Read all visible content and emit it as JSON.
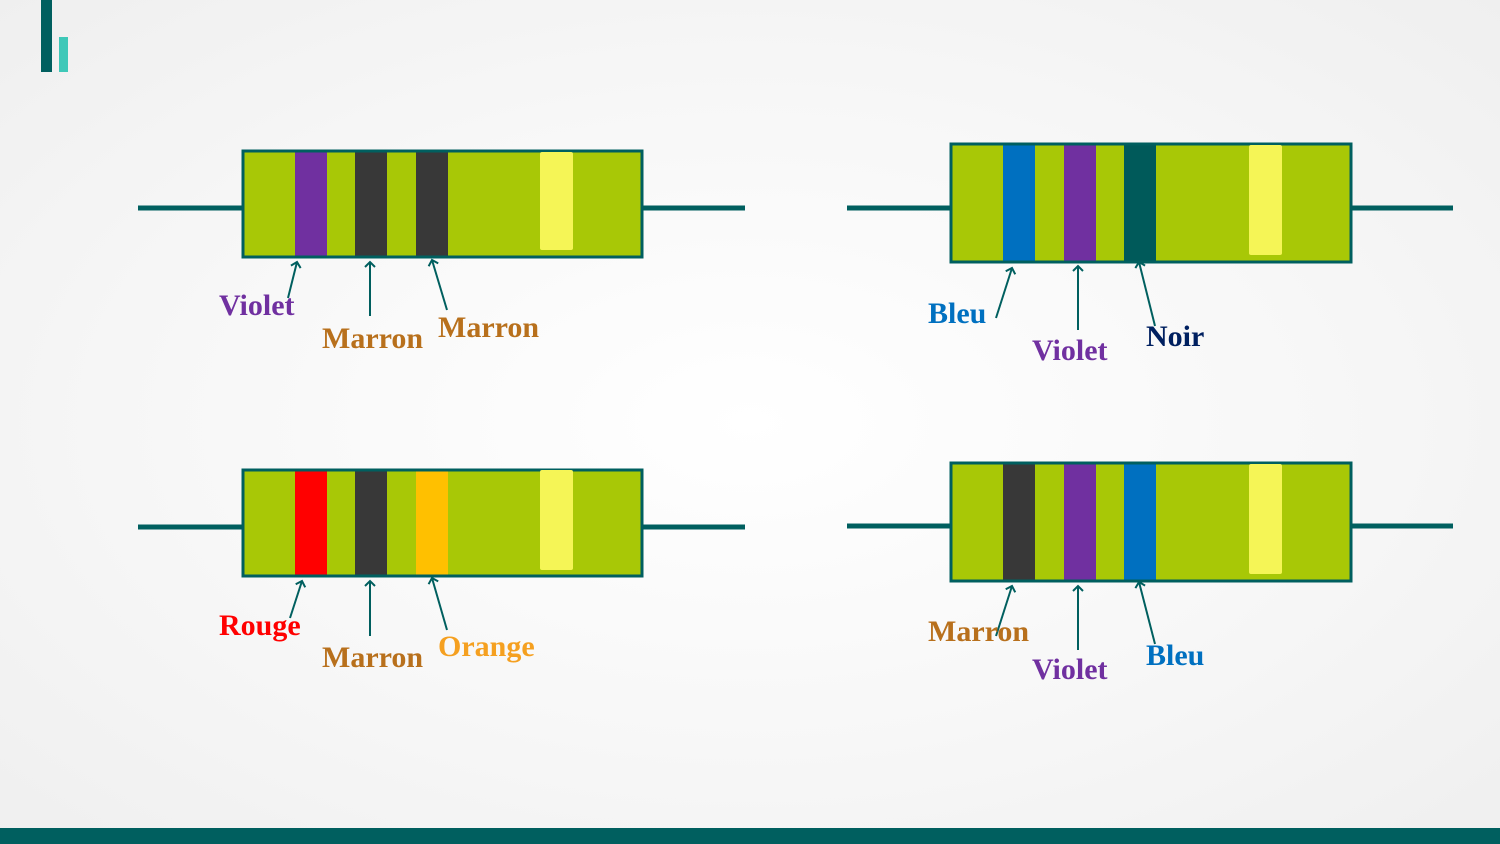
{
  "colors": {
    "accent_dark": "#005f5f",
    "accent_light": "#3ec8b8",
    "body_green": "#a8c806",
    "tolerance_band": "#f5f556",
    "band": {
      "violet": "#7030a0",
      "marron": "#383838",
      "bleu": "#0070c0",
      "noir": "#005a5a",
      "rouge": "#ff0000",
      "orange": "#ffc000"
    },
    "label": {
      "violet": "#7030a0",
      "marron": "#b8701c",
      "bleu": "#0070c0",
      "noir": "#002060",
      "rouge": "#ff0000",
      "orange": "#f5a020"
    }
  },
  "resistors": [
    {
      "name": "resistor-top-left",
      "bands": [
        "violet",
        "marron",
        "marron"
      ],
      "labels": [
        {
          "text": "Violet",
          "color": "violet"
        },
        {
          "text": "Marron",
          "color": "marron"
        },
        {
          "text": "Marron",
          "color": "marron"
        }
      ]
    },
    {
      "name": "resistor-top-right",
      "bands": [
        "bleu",
        "violet",
        "noir"
      ],
      "labels": [
        {
          "text": "Bleu",
          "color": "bleu"
        },
        {
          "text": "Violet",
          "color": "violet"
        },
        {
          "text": "Noir",
          "color": "noir"
        }
      ]
    },
    {
      "name": "resistor-bottom-left",
      "bands": [
        "rouge",
        "marron",
        "orange"
      ],
      "labels": [
        {
          "text": "Rouge",
          "color": "rouge"
        },
        {
          "text": "Marron",
          "color": "marron"
        },
        {
          "text": "Orange",
          "color": "orange"
        }
      ]
    },
    {
      "name": "resistor-bottom-right",
      "bands": [
        "marron",
        "violet",
        "bleu"
      ],
      "labels": [
        {
          "text": "Marron",
          "color": "marron"
        },
        {
          "text": "Violet",
          "color": "violet"
        },
        {
          "text": "Bleu",
          "color": "bleu"
        }
      ]
    }
  ]
}
